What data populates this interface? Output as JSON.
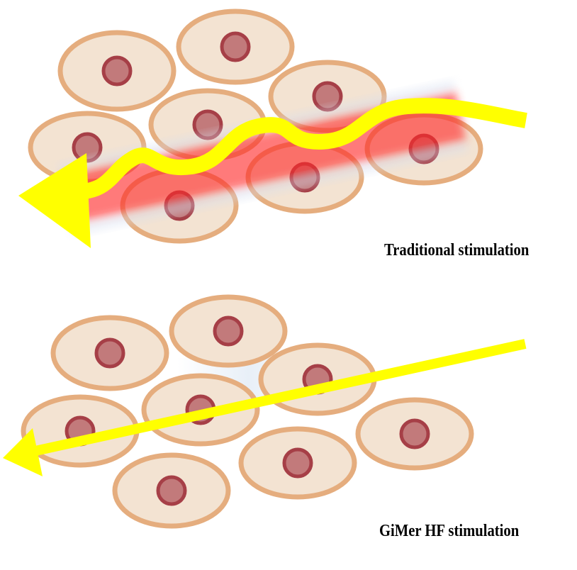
{
  "panels": {
    "traditional": {
      "caption": "Traditional stimulation",
      "stimulation_field": "broad red excitation band",
      "current_path": "wavy"
    },
    "gimer_hf": {
      "caption": "GiMer HF stimulation",
      "stimulation_field": "none",
      "current_path": "straight"
    }
  },
  "colors": {
    "cell_fill": "#f3e3d2",
    "cell_border": "#e5ad7e",
    "nucleus_fill": "#c27a7b",
    "nucleus_border": "#a63f47",
    "arrow": "#ffff00",
    "excitation": "#ff2a2a"
  }
}
